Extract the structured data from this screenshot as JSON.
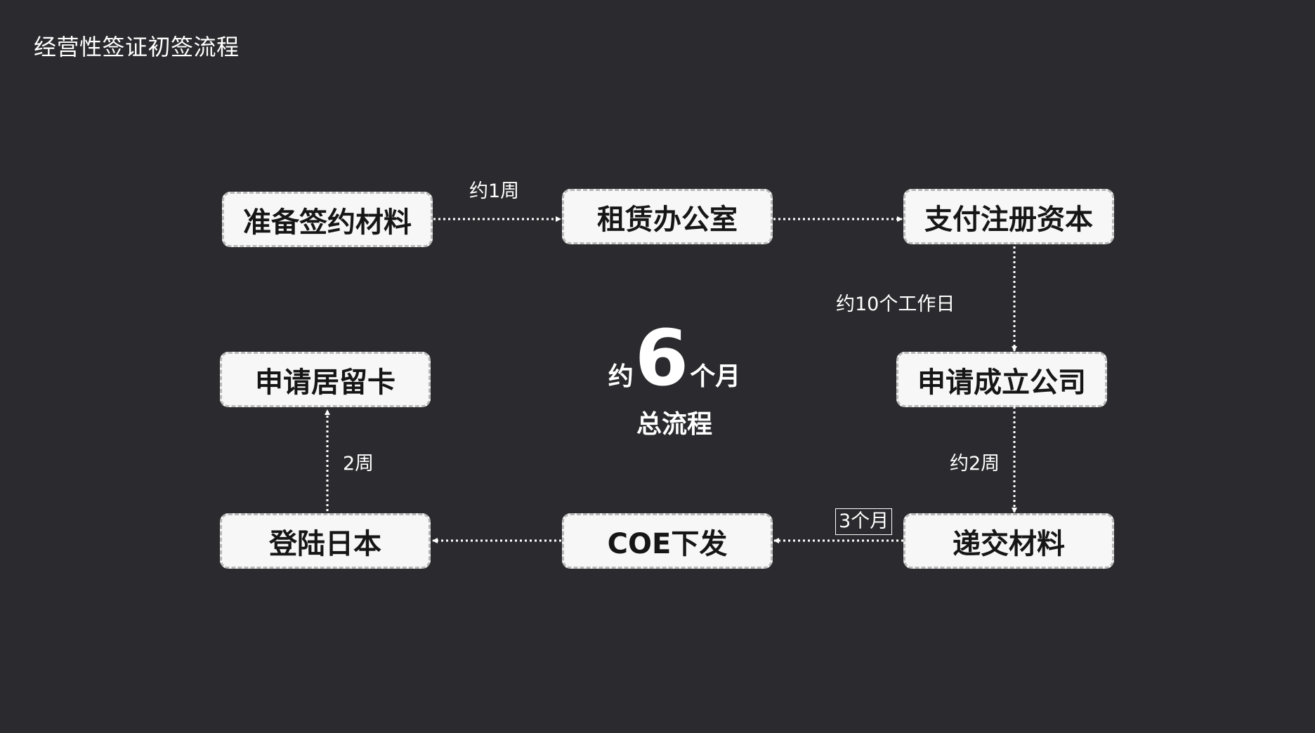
{
  "title": "经营性签证初签流程",
  "steps": {
    "prepare": "准备签约材料",
    "office": "租赁办公室",
    "capital": "支付注册资本",
    "company": "申请成立公司",
    "submit": "递交材料",
    "coe": "COE下发",
    "land": "登陆日本",
    "card": "申请居留卡"
  },
  "durations": {
    "prepare_to_office": "约1周",
    "capital_to_company": "约10个工作日",
    "company_to_submit": "约2周",
    "submit_to_coe": "3个月",
    "land_to_card": "2周"
  },
  "summary": {
    "prefix": "约",
    "number": "6",
    "suffix": "个月",
    "caption": "总流程"
  },
  "colors": {
    "background": "#2b2b2f",
    "node_fill": "#f7f7f7",
    "node_text": "#161616",
    "connector": "#ffffff"
  }
}
